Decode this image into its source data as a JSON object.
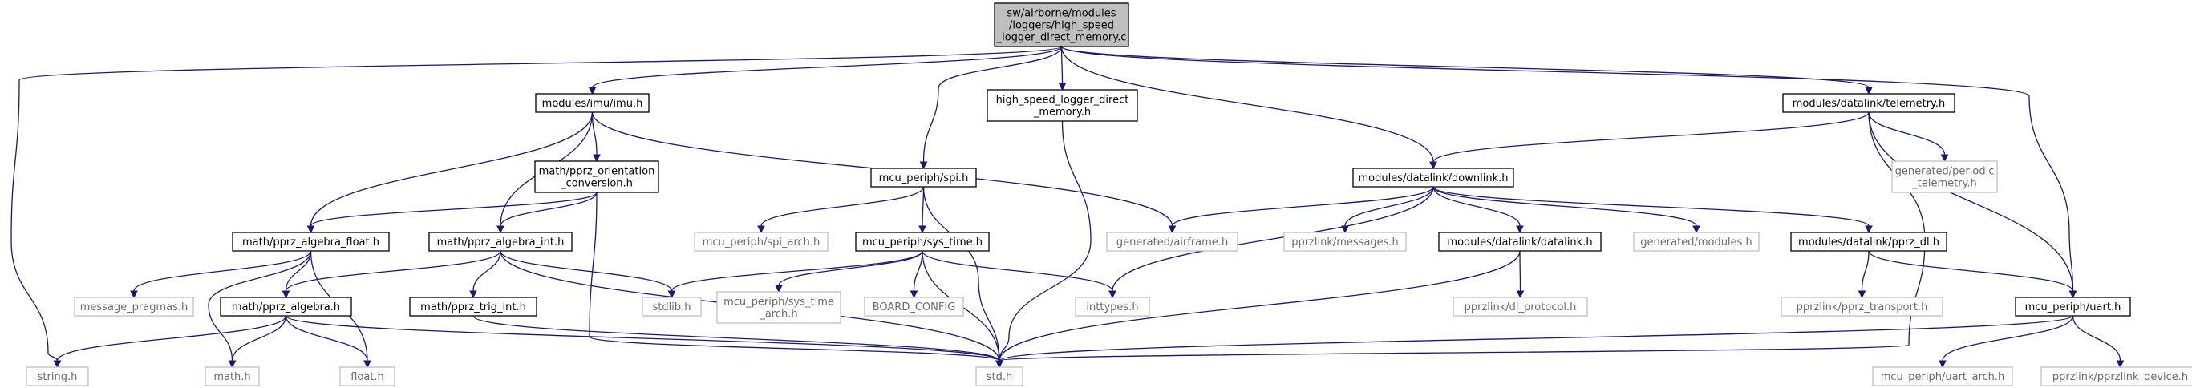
{
  "graph": {
    "root": "root",
    "nodes": [
      {
        "id": "root",
        "lines": [
          "sw/airborne/modules",
          "/loggers/high_speed",
          "_logger_direct_memory.c"
        ],
        "style": "root"
      },
      {
        "id": "imu",
        "lines": [
          "modules/imu/imu.h"
        ],
        "style": "documented"
      },
      {
        "id": "hsl",
        "lines": [
          "high_speed_logger_direct",
          "_memory.h"
        ],
        "style": "documented"
      },
      {
        "id": "telemetry",
        "lines": [
          "modules/datalink/telemetry.h"
        ],
        "style": "documented"
      },
      {
        "id": "orient",
        "lines": [
          "math/pprz_orientation",
          "_conversion.h"
        ],
        "style": "documented"
      },
      {
        "id": "spi",
        "lines": [
          "mcu_periph/spi.h"
        ],
        "style": "documented"
      },
      {
        "id": "downlink",
        "lines": [
          "modules/datalink/downlink.h"
        ],
        "style": "documented"
      },
      {
        "id": "periodic",
        "lines": [
          "generated/periodic",
          "_telemetry.h"
        ],
        "style": "external"
      },
      {
        "id": "afloat",
        "lines": [
          "math/pprz_algebra_float.h"
        ],
        "style": "documented"
      },
      {
        "id": "aint",
        "lines": [
          "math/pprz_algebra_int.h"
        ],
        "style": "documented"
      },
      {
        "id": "spiarch",
        "lines": [
          "mcu_periph/spi_arch.h"
        ],
        "style": "external"
      },
      {
        "id": "systime",
        "lines": [
          "mcu_periph/sys_time.h"
        ],
        "style": "documented"
      },
      {
        "id": "airframe",
        "lines": [
          "generated/airframe.h"
        ],
        "style": "external"
      },
      {
        "id": "messages",
        "lines": [
          "pprzlink/messages.h"
        ],
        "style": "external"
      },
      {
        "id": "datalink",
        "lines": [
          "modules/datalink/datalink.h"
        ],
        "style": "documented"
      },
      {
        "id": "modules",
        "lines": [
          "generated/modules.h"
        ],
        "style": "external"
      },
      {
        "id": "pprzdl",
        "lines": [
          "modules/datalink/pprz_dl.h"
        ],
        "style": "documented"
      },
      {
        "id": "msgprag",
        "lines": [
          "message_pragmas.h"
        ],
        "style": "external"
      },
      {
        "id": "algebra",
        "lines": [
          "math/pprz_algebra.h"
        ],
        "style": "documented"
      },
      {
        "id": "trig",
        "lines": [
          "math/pprz_trig_int.h"
        ],
        "style": "documented"
      },
      {
        "id": "stdlib",
        "lines": [
          "stdlib.h"
        ],
        "style": "external"
      },
      {
        "id": "systimearch",
        "lines": [
          "mcu_periph/sys_time",
          "_arch.h"
        ],
        "style": "external"
      },
      {
        "id": "board",
        "lines": [
          "BOARD_CONFIG"
        ],
        "style": "external"
      },
      {
        "id": "inttypes",
        "lines": [
          "inttypes.h"
        ],
        "style": "external"
      },
      {
        "id": "dlproto",
        "lines": [
          "pprzlink/dl_protocol.h"
        ],
        "style": "external"
      },
      {
        "id": "pprztrans",
        "lines": [
          "pprzlink/pprz_transport.h"
        ],
        "style": "external"
      },
      {
        "id": "uart",
        "lines": [
          "mcu_periph/uart.h"
        ],
        "style": "documented"
      },
      {
        "id": "string",
        "lines": [
          "string.h"
        ],
        "style": "external"
      },
      {
        "id": "math",
        "lines": [
          "math.h"
        ],
        "style": "external"
      },
      {
        "id": "float",
        "lines": [
          "float.h"
        ],
        "style": "external"
      },
      {
        "id": "std",
        "lines": [
          "std.h"
        ],
        "style": "external"
      },
      {
        "id": "uartarch",
        "lines": [
          "mcu_periph/uart_arch.h"
        ],
        "style": "external"
      },
      {
        "id": "pprzlinkdev",
        "lines": [
          "pprzlink/pprzlink_device.h"
        ],
        "style": "external"
      }
    ],
    "edges": [
      [
        "root",
        "imu"
      ],
      [
        "root",
        "hsl"
      ],
      [
        "root",
        "spi"
      ],
      [
        "root",
        "telemetry"
      ],
      [
        "root",
        "downlink"
      ],
      [
        "root",
        "uart"
      ],
      [
        "root",
        "string"
      ],
      [
        "imu",
        "orient"
      ],
      [
        "imu",
        "afloat"
      ],
      [
        "imu",
        "aint"
      ],
      [
        "imu",
        "airframe"
      ],
      [
        "orient",
        "afloat"
      ],
      [
        "orient",
        "aint"
      ],
      [
        "orient",
        "std"
      ],
      [
        "afloat",
        "msgprag"
      ],
      [
        "afloat",
        "algebra"
      ],
      [
        "afloat",
        "math"
      ],
      [
        "afloat",
        "float"
      ],
      [
        "aint",
        "algebra"
      ],
      [
        "aint",
        "trig"
      ],
      [
        "aint",
        "stdlib"
      ],
      [
        "aint",
        "std"
      ],
      [
        "algebra",
        "string"
      ],
      [
        "algebra",
        "math"
      ],
      [
        "algebra",
        "float"
      ],
      [
        "algebra",
        "std"
      ],
      [
        "trig",
        "std"
      ],
      [
        "hsl",
        "std"
      ],
      [
        "spi",
        "spiarch"
      ],
      [
        "spi",
        "systime"
      ],
      [
        "spi",
        "std"
      ],
      [
        "systime",
        "stdlib"
      ],
      [
        "systime",
        "systimearch"
      ],
      [
        "systime",
        "board"
      ],
      [
        "systime",
        "inttypes"
      ],
      [
        "systime",
        "std"
      ],
      [
        "telemetry",
        "downlink"
      ],
      [
        "telemetry",
        "periodic"
      ],
      [
        "telemetry",
        "uart"
      ],
      [
        "telemetry",
        "std"
      ],
      [
        "downlink",
        "airframe"
      ],
      [
        "downlink",
        "messages"
      ],
      [
        "downlink",
        "datalink"
      ],
      [
        "downlink",
        "modules"
      ],
      [
        "downlink",
        "pprzdl"
      ],
      [
        "downlink",
        "inttypes"
      ],
      [
        "datalink",
        "dlproto"
      ],
      [
        "datalink",
        "std"
      ],
      [
        "pprzdl",
        "pprztrans"
      ],
      [
        "pprzdl",
        "uart"
      ],
      [
        "uart",
        "std"
      ],
      [
        "uart",
        "uartarch"
      ],
      [
        "uart",
        "pprzlinkdev"
      ]
    ]
  },
  "colors": {
    "edge": "#191970",
    "root_fill": "#bfbfbf",
    "documented_border": "#000000",
    "external_border": "#bfbfbf",
    "node_fill": "#ffffff",
    "documented_text": "#000000",
    "external_text": "#6b6b6b"
  }
}
